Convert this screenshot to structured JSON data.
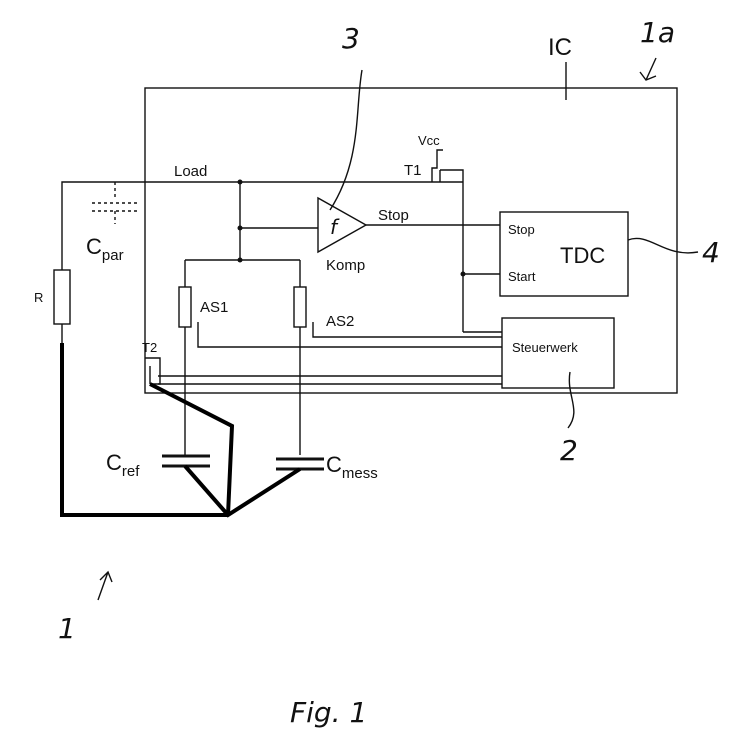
{
  "labels": {
    "ic": "IC",
    "ref_1a": "1a",
    "ref_3": "3",
    "ref_4": "4",
    "ref_2": "2",
    "ref_1": "1",
    "vcc": "Vcc",
    "t1": "T1",
    "t2": "T2",
    "load": "Load",
    "stop_out": "Stop",
    "komp": "Komp",
    "comp_symbol": "f",
    "c_par_base": "C",
    "c_par_sub": "par",
    "r": "R",
    "as1": "AS1",
    "as2": "AS2",
    "tdc": "TDC",
    "tdc_stop": "Stop",
    "tdc_start": "Start",
    "steuerwerk": "Steuerwerk",
    "c_ref_base": "C",
    "c_ref_sub": "ref",
    "c_mess_base": "C",
    "c_mess_sub": "mess",
    "fig": "Fig. 1"
  }
}
